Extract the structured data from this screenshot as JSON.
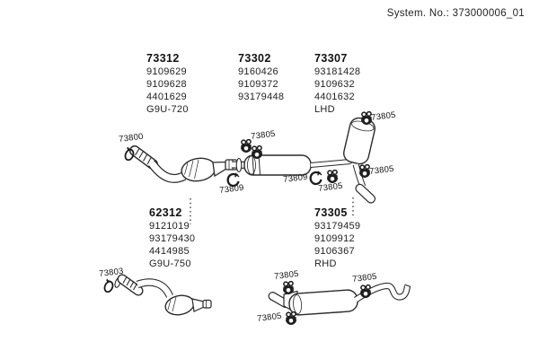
{
  "header": {
    "system_no": "System. No.: 373000006_01"
  },
  "colors": {
    "ink": "#222222",
    "background": "#ffffff"
  },
  "icons": {
    "pipe_clamp": "u-bolt-saddle-clamp",
    "open_clamp": "c-band-clamp",
    "front_clamp": "tilted-band-clamp"
  },
  "part_groups": [
    {
      "title": "73312",
      "refs": [
        "9109629",
        "9109628",
        "4401629",
        "G9U-720"
      ]
    },
    {
      "title": "73302",
      "refs": [
        "9160426",
        "9109372",
        "93179448"
      ]
    },
    {
      "title": "73307",
      "refs": [
        "93181428",
        "9109632",
        "4401632",
        "LHD"
      ]
    },
    {
      "title": "62312",
      "refs": [
        "9121019",
        "93179430",
        "4414985",
        "G9U-750"
      ]
    },
    {
      "title": "73305",
      "refs": [
        "93179459",
        "9109912",
        "9106367",
        "RHD"
      ]
    }
  ],
  "callouts": [
    {
      "label": "73800"
    },
    {
      "label": "73805"
    },
    {
      "label": "73809"
    },
    {
      "label": "73809"
    },
    {
      "label": "73805"
    },
    {
      "label": "73805"
    },
    {
      "label": "73805"
    },
    {
      "label": "73803"
    },
    {
      "label": "73805"
    },
    {
      "label": "73805"
    },
    {
      "label": "73805"
    }
  ]
}
